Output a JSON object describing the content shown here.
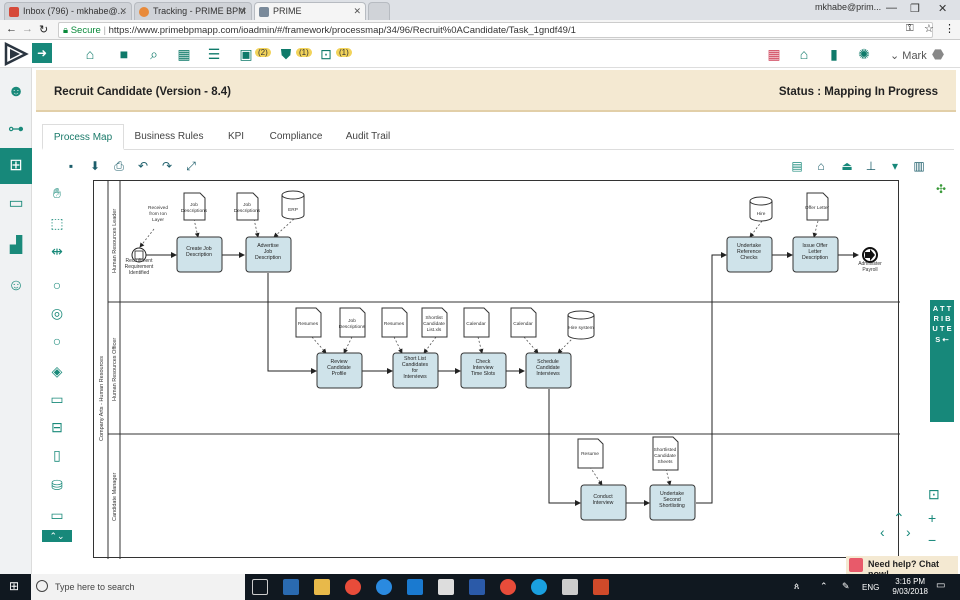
{
  "browser": {
    "tabs": [
      {
        "label": "Inbox (796) - mkhabe@..."
      },
      {
        "label": "Tracking - PRIME BPM"
      },
      {
        "label": "PRIME"
      }
    ],
    "profile": "mkhabe@prim...",
    "secure_label": "Secure",
    "url": "https://www.primebpmapp.com/ioadmin/#/framework/processmap/34/96/Recruit%0ACandidate/Task_1gndf49/1"
  },
  "topbar": {
    "badge_tasks": "(2)",
    "badge_approvals": "(1)",
    "badge_inbox": "(1)",
    "user": "Mark"
  },
  "header": {
    "title": "Recruit Candidate (Version - 8.4)",
    "status": "Status : Mapping In Progress"
  },
  "tabs": [
    "Process Map",
    "Business Rules",
    "KPI",
    "Compliance",
    "Audit Trail"
  ],
  "diagram": {
    "pool": "Company Arts - Human Resources",
    "lanes": [
      "Human Resources Leader",
      "Human Resources Officer",
      "Candidate Manager"
    ],
    "tasks": {
      "create_job": "Create Job Description",
      "advertise": "Advertise Job Description",
      "review": "Review Candidate Profile",
      "short_list": "Short List Candidates for Interviews",
      "check_interview": "Check Interview Time Slots",
      "schedule": "Schedule Candidate Interviews",
      "conduct": "Conduct Interview",
      "undertake_second": "Undertake Second Shortlisting",
      "reference": "Undertake Reference Checks",
      "issue_offer": "Issue Offer Letter Description"
    },
    "events": {
      "start": "Recruitment Requirement Identified",
      "end": "Administer Payroll"
    },
    "documents": {
      "received": "Received from Ion Layer",
      "job_desc_1": "Job Descriptions",
      "job_desc_2": "Job Descriptions",
      "resumes_1": "Resumes",
      "job_desc_3": "Job Descriptions",
      "resumes_2": "Resumes",
      "shortlist": "Shortlist Candidate List.xls",
      "calendar_1": "Calendar",
      "calendar_2": "Calendar",
      "resume_3": "Resume",
      "shortlisted_sheets": "Shortlisted Candidate Sheets",
      "offer": "Offer Letter"
    },
    "datastores": {
      "erp": "ERP",
      "hris": "Hire system",
      "hr": "Hire"
    }
  },
  "attributes_label": "A T T R I B U T E S",
  "help": "Need help? Chat now!",
  "taskbar": {
    "search": "Type here to search",
    "lang": "ENG",
    "time": "3:16 PM",
    "date": "9/03/2018"
  },
  "colors": {
    "brand": "#17887a",
    "header_band": "#f4e9d2",
    "task_fill": "#cfe3ea"
  }
}
